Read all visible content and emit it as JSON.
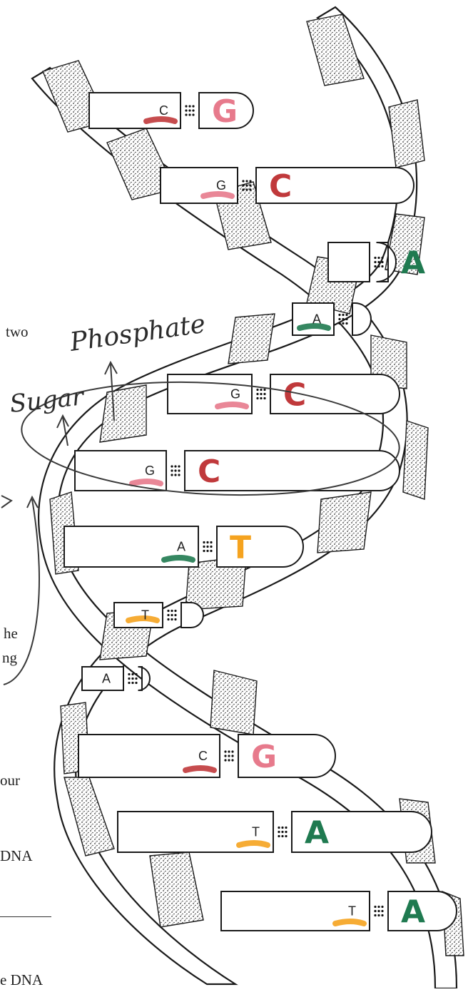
{
  "annotations": {
    "phosphate": "Phosphate",
    "sugar": "Sugar"
  },
  "margin_text": {
    "line1": "two",
    "line2": "he",
    "line3": "ng",
    "line4": "our",
    "line5": "DNA",
    "line6": "e DNA"
  },
  "base_pairs": [
    {
      "left": "C",
      "right": "G",
      "left_mark": "#c0393b",
      "right_mark": "#e77a8c"
    },
    {
      "left": "G",
      "right": "C",
      "left_mark": "#e77a8c",
      "right_mark": "#c0393b"
    },
    {
      "left": "",
      "right": "A",
      "left_mark": "",
      "right_mark": "#1f7a50"
    },
    {
      "left": "A",
      "right": "",
      "left_mark": "#1f7a50",
      "right_mark": ""
    },
    {
      "left": "G",
      "right": "C",
      "left_mark": "#e77a8c",
      "right_mark": "#c0393b"
    },
    {
      "left": "G",
      "right": "C",
      "left_mark": "#e77a8c",
      "right_mark": "#c0393b"
    },
    {
      "left": "A",
      "right": "T",
      "left_mark": "#1f7a50",
      "right_mark": "#f5a31f"
    },
    {
      "left": "T",
      "right": "",
      "left_mark": "#f5a31f",
      "right_mark": ""
    },
    {
      "left": "A",
      "right": "",
      "left_mark": "",
      "right_mark": ""
    },
    {
      "left": "C",
      "right": "G",
      "left_mark": "#c0393b",
      "right_mark": "#e77a8c"
    },
    {
      "left": "T",
      "right": "A",
      "left_mark": "#f5a31f",
      "right_mark": "#1f7a50"
    },
    {
      "left": "T",
      "right": "A",
      "left_mark": "#f5a31f",
      "right_mark": "#1f7a50"
    }
  ],
  "colors": {
    "cytosine": "#c0393b",
    "guanine": "#e77a8c",
    "adenine": "#1f7a50",
    "thymine": "#f5a31f",
    "outline": "#1a1a1a"
  }
}
